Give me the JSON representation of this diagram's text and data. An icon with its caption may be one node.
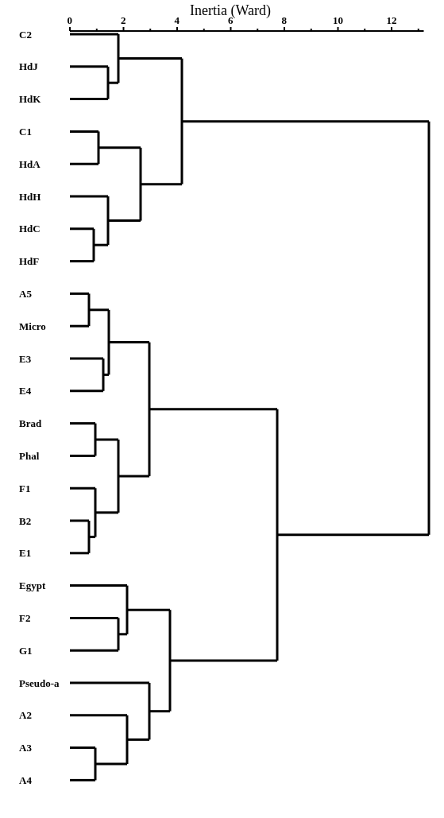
{
  "diagram": {
    "title": "Inertia (Ward)",
    "labels": [
      "0",
      "2",
      "4",
      "6",
      "8",
      "10",
      "12",
      "C2",
      "HdJ",
      "HdK",
      "C1",
      "HdA",
      "HdH",
      "HdC",
      "HdF",
      "A5",
      "Micro",
      "E3",
      "E4",
      "Brad",
      "Phal",
      "F1",
      "B2",
      "E1",
      "Egypt",
      "F2",
      "G1",
      "Pseudo-a",
      "A2",
      "A3",
      "A4"
    ]
  }
}
